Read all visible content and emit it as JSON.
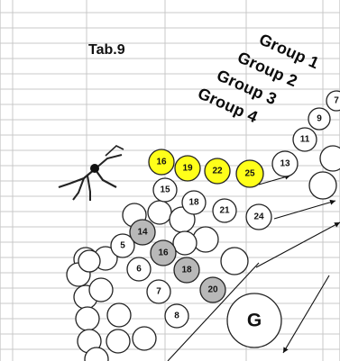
{
  "title": "Tab.9",
  "groups": [
    "Group 1",
    "Group 2",
    "Group 3",
    "Group 4"
  ],
  "center_label": "G",
  "colors": {
    "yellow_seat": "#ffff1a",
    "gray_seat": "#b8b8b8",
    "white_seat": "#ffffff",
    "outline": "#222222",
    "gridline": "#c9c9c9"
  },
  "seats": {
    "yellow": [
      "16",
      "19",
      "22",
      "25"
    ],
    "gray": [
      "14",
      "16",
      "18",
      "20"
    ],
    "numbered_white": [
      "15",
      "18",
      "21",
      "24",
      "13",
      "11",
      "9",
      "7",
      "5",
      "6",
      "7",
      "8"
    ]
  }
}
